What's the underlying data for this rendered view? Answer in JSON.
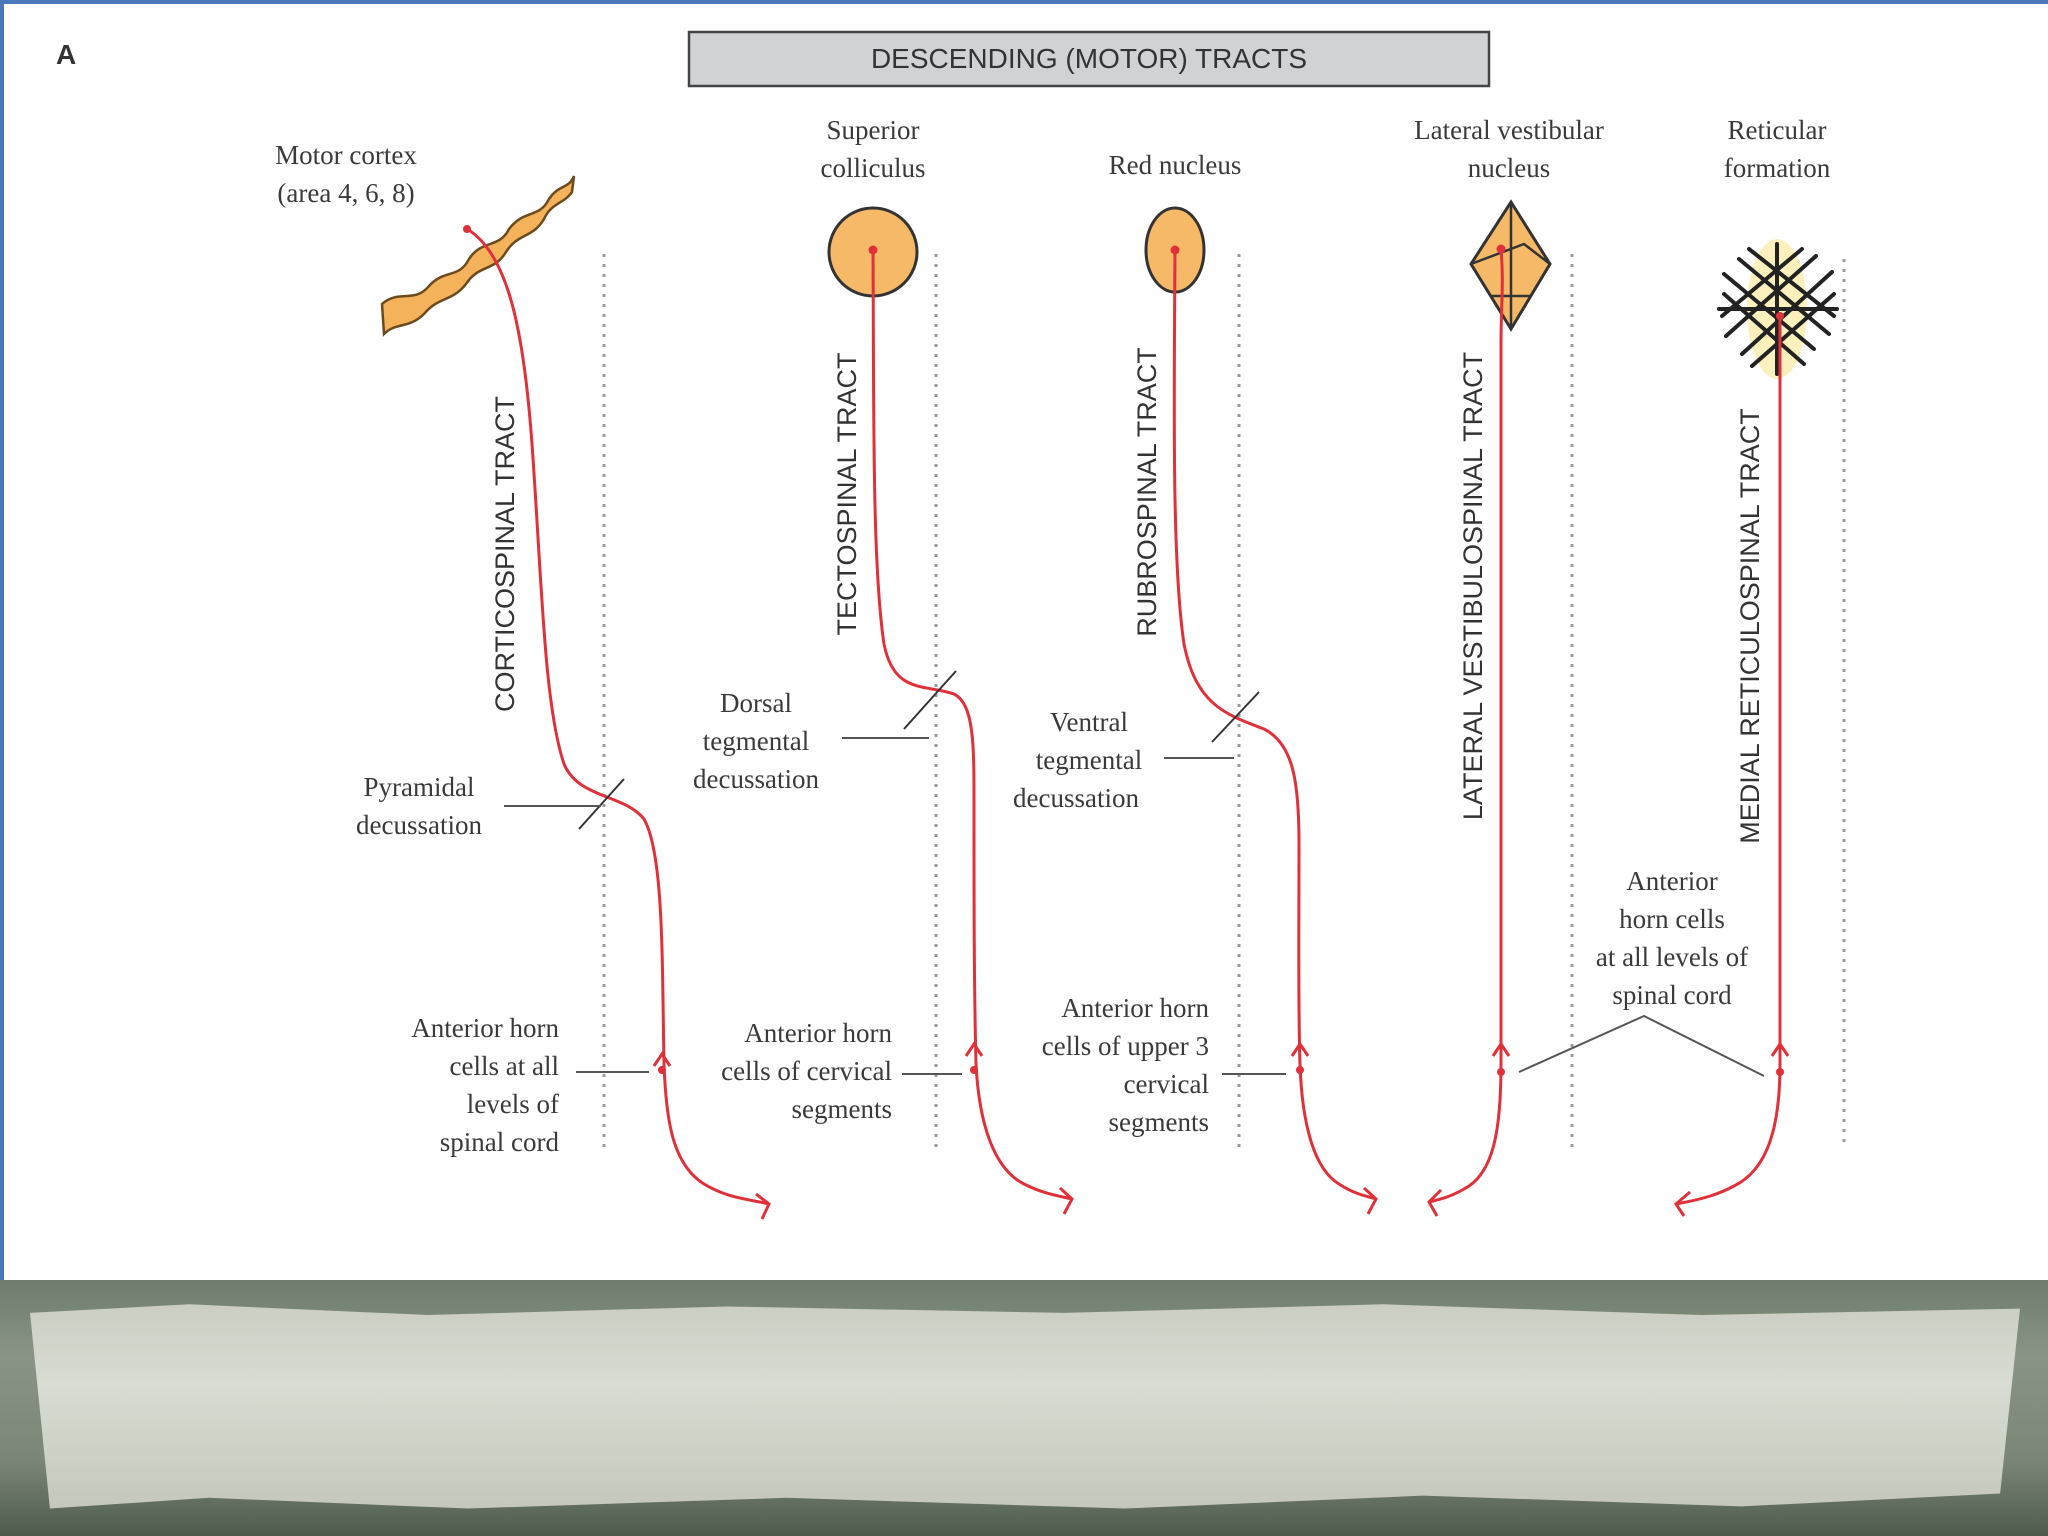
{
  "panel_letter": "A",
  "title": "DESCENDING (MOTOR) TRACTS",
  "colors": {
    "tract": "#e0303a",
    "nucleus_fill": "#f6b968",
    "frame": "#4a78b8",
    "background": "#6c7a6c"
  },
  "origins": {
    "motor_cortex": [
      "Motor cortex",
      "(area 4, 6, 8)"
    ],
    "superior_colliculus": [
      "Superior",
      "colliculus"
    ],
    "red_nucleus": [
      "Red nucleus"
    ],
    "lateral_vestibular_nucleus": [
      "Lateral vestibular",
      "nucleus"
    ],
    "reticular_formation": [
      "Reticular",
      "formation"
    ]
  },
  "tracts": {
    "corticospinal": "CORTICOSPINAL TRACT",
    "tectospinal": "TECTOSPINAL TRACT",
    "rubrospinal": "RUBROSPINAL TRACT",
    "lateral_vestibulospinal": "LATERAL VESTIBULOSPINAL TRACT",
    "medial_reticulospinal": "MEDIAL RETICULOSPINAL TRACT"
  },
  "decussations": {
    "pyramidal": [
      "Pyramidal",
      "decussation"
    ],
    "dorsal_tegmental": [
      "Dorsal",
      "tegmental",
      "decussation"
    ],
    "ventral_tegmental": [
      "Ventral",
      "tegmental",
      "decussation"
    ]
  },
  "terminations": {
    "corticospinal": [
      "Anterior horn",
      "cells at all",
      "levels of",
      "spinal cord"
    ],
    "tectospinal": [
      "Anterior horn",
      "cells of cervical",
      "segments"
    ],
    "rubrospinal": [
      "Anterior horn",
      "cells of upper 3",
      "cervical",
      "segments"
    ],
    "vestibulo_reticulo": [
      "Anterior",
      "horn cells",
      "at all levels of",
      "spinal cord"
    ]
  }
}
